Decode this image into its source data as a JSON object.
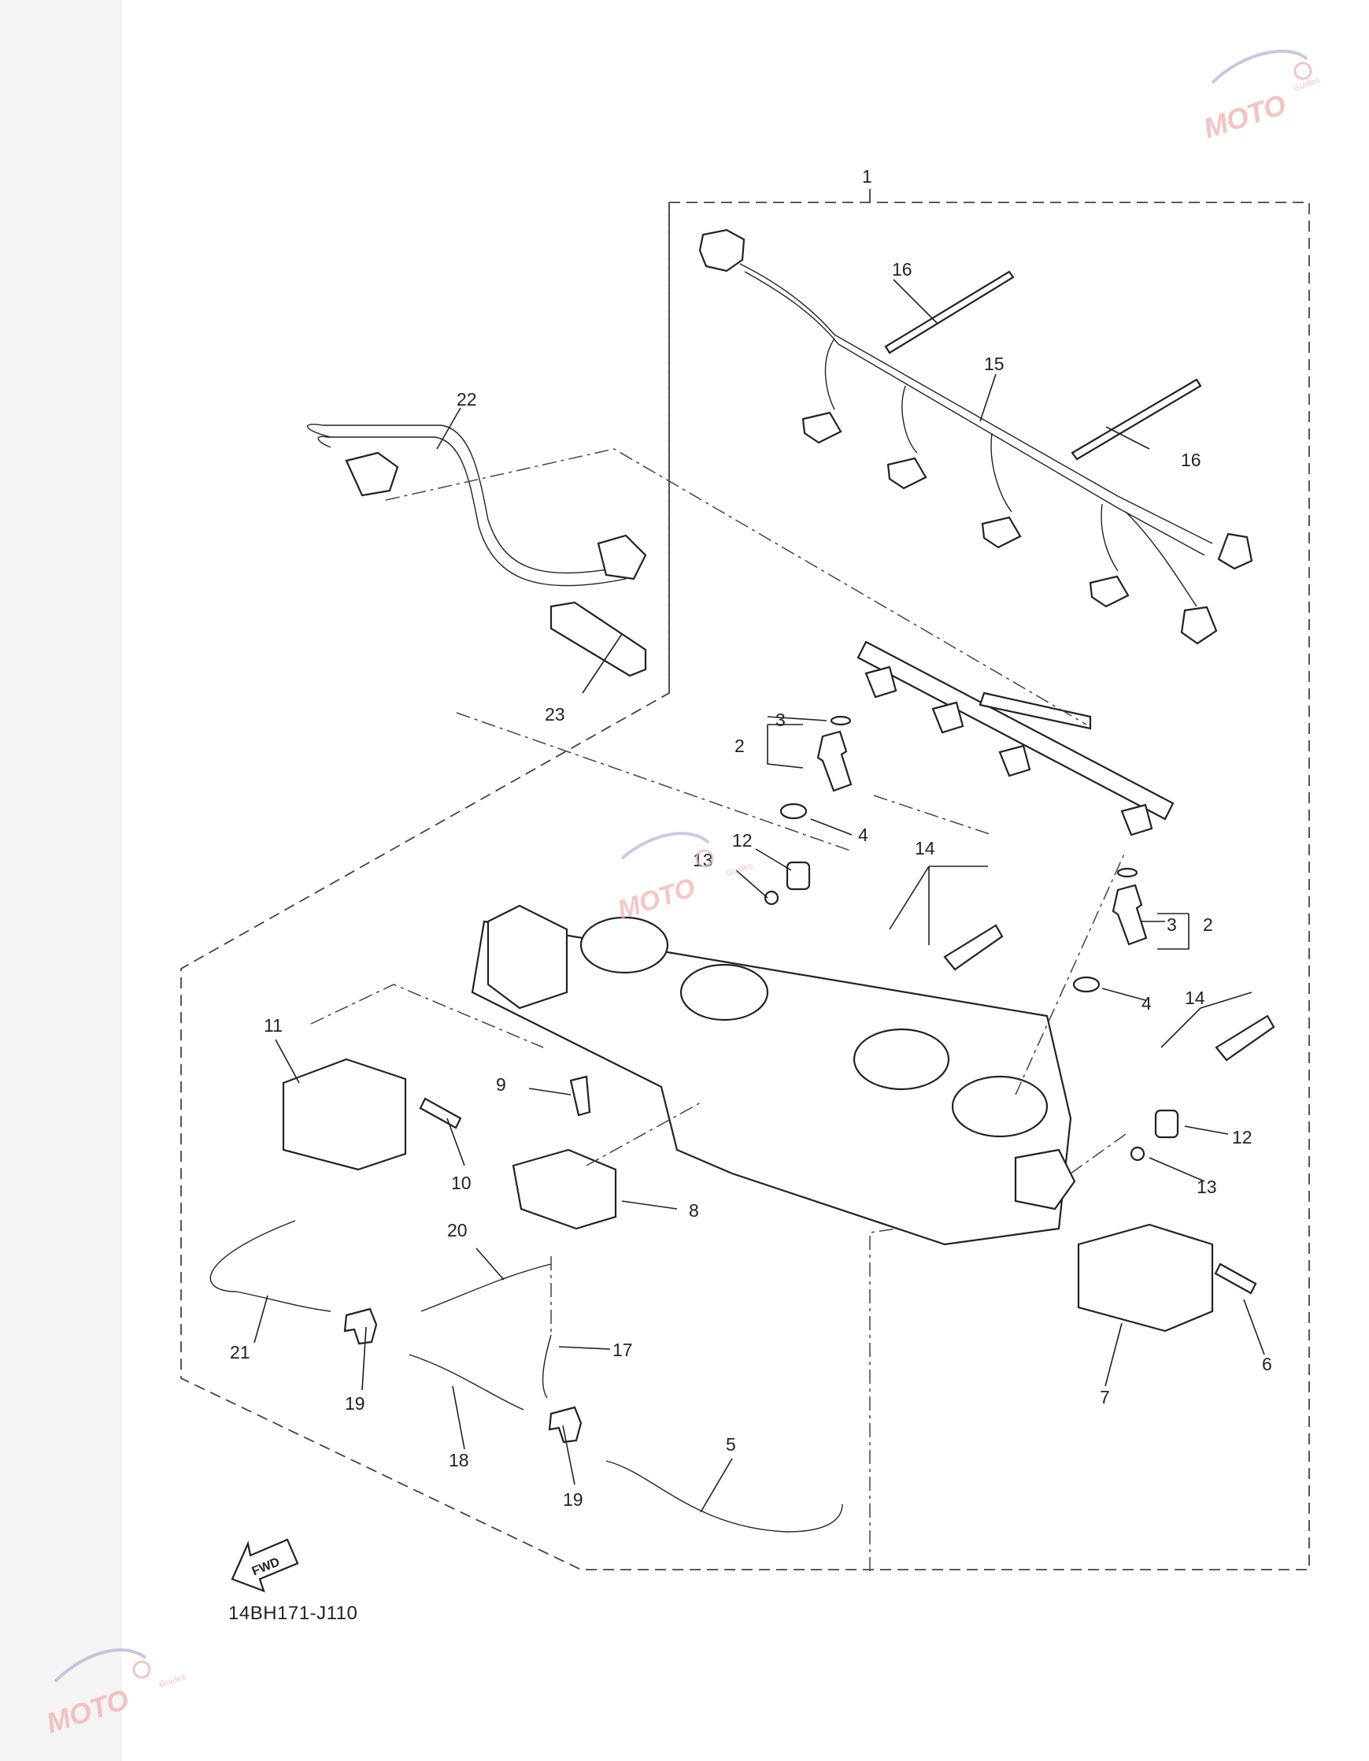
{
  "diagram": {
    "code": "14BH171-J110",
    "fwd_label": "FWD",
    "watermark_text": "MOTO",
    "watermark_subtext": "Guides",
    "callouts": {
      "c1": "1",
      "c2a": "2",
      "c2b": "2",
      "c3a": "3",
      "c3b": "3",
      "c4a": "4",
      "c4b": "4",
      "c5": "5",
      "c6": "6",
      "c7": "7",
      "c8": "8",
      "c9": "9",
      "c10": "10",
      "c11": "11",
      "c12a": "12",
      "c12b": "12",
      "c13a": "13",
      "c13b": "13",
      "c14a": "14",
      "c14b": "14",
      "c15": "15",
      "c16a": "16",
      "c16b": "16",
      "c17": "17",
      "c18": "18",
      "c19a": "19",
      "c19b": "19",
      "c20": "20",
      "c21": "21",
      "c22": "22",
      "c23": "23"
    }
  }
}
